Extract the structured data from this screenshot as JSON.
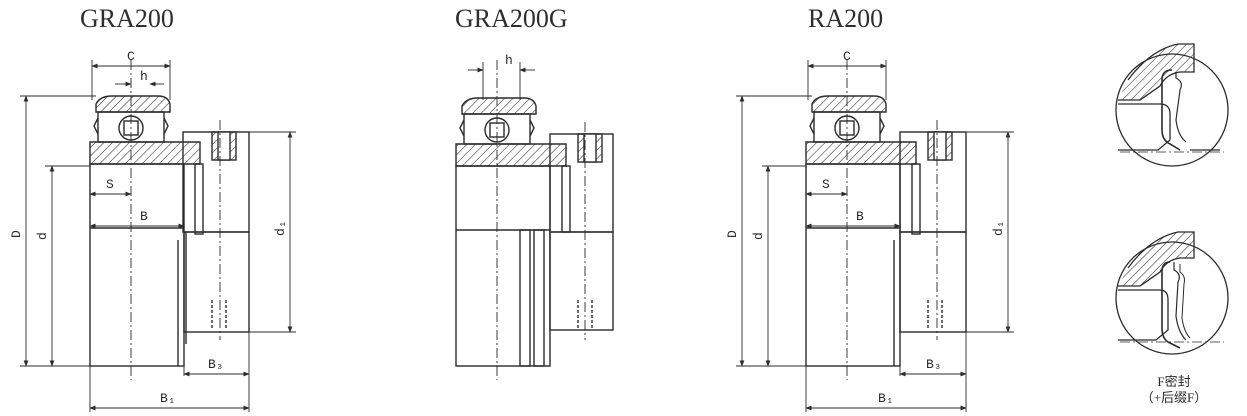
{
  "titles": {
    "gra200": "GRA200",
    "gra200g": "GRA200G",
    "ra200": "RA200"
  },
  "dimensions": {
    "c": "C",
    "h": "h",
    "s": "S",
    "b": "B",
    "b1": "B₁",
    "b3": "B₃",
    "d_outer": "D",
    "d_bore": "d",
    "d1": "d₁"
  },
  "seal_caption": {
    "line1": "F密封",
    "line2": "（+后缀F）"
  },
  "colors": {
    "line": "#2b2b2b",
    "paper": "#ffffff"
  }
}
